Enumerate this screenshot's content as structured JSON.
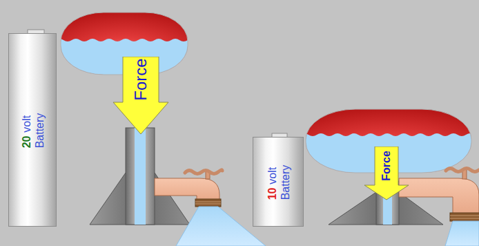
{
  "diagram": {
    "nodes": [
      {
        "text": [
          "20",
          "volt",
          "Battery"
        ]
      },
      {
        "text": [
          "Force"
        ]
      },
      {
        "text": [
          "10",
          "volt",
          "Battery"
        ]
      },
      {
        "text": [
          "Force"
        ]
      }
    ]
  }
}
